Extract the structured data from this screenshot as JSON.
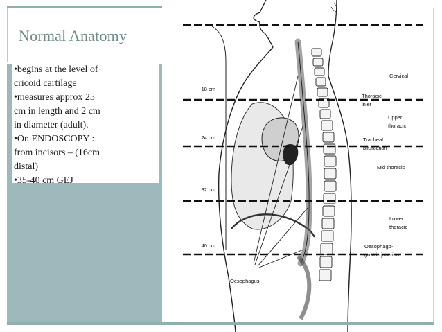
{
  "slide": {
    "title": "Normal Anatomy",
    "bullets": "•begins at the level of\ncricoid cartilage\n•measures approx 25\ncm in length and 2 cm\nin diameter (adult).\n•On ENDOSCOPY :\nfrom incisors – (16cm\ndistal)\n•35-40 cm GEJ"
  },
  "figure": {
    "distances": [
      "18 cm",
      "24 cm",
      "32 cm",
      "40 cm"
    ],
    "regions": [
      "Cervical",
      "Thoracic",
      "inlet",
      "Upper",
      "thoracic",
      "Tracheal",
      "bifurcation",
      "Mid thoracic",
      "Lower",
      "thoracic",
      "Oesophago-",
      "gastric junction"
    ],
    "pointer_label": "Oesophagus"
  },
  "colors": {
    "title": "#6d8d89",
    "panel": "#9db9bb",
    "accent": "#8fb0ad"
  }
}
